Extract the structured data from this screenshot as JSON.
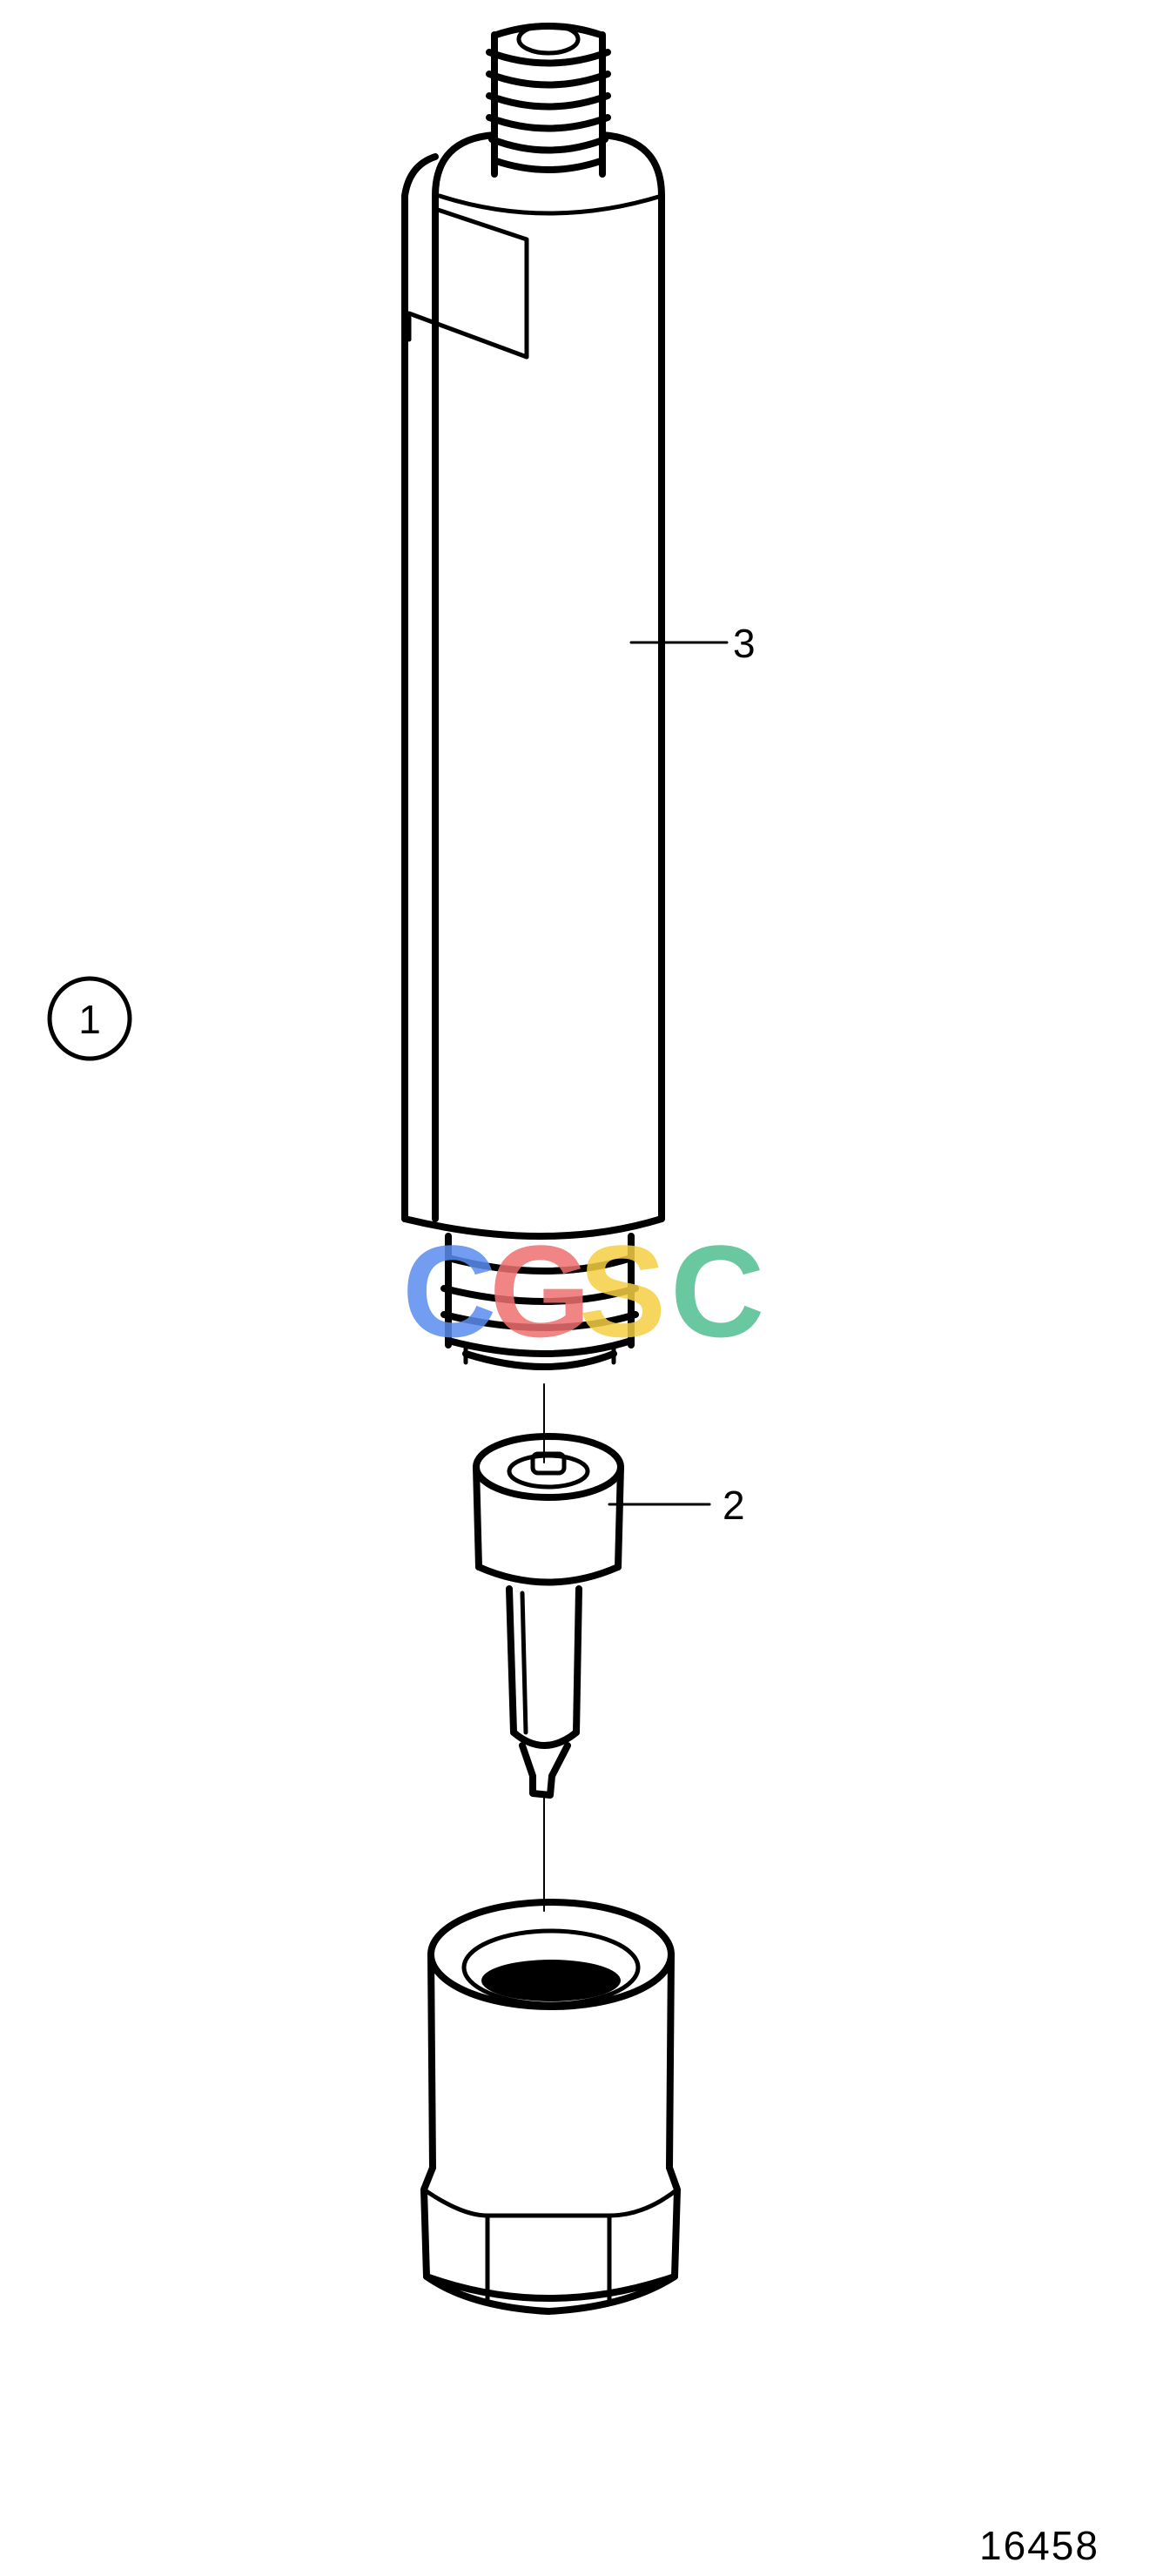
{
  "figure": {
    "group_callout": "1",
    "catalog_number": "16458"
  },
  "callouts": [
    {
      "id": "3",
      "label": "3"
    },
    {
      "id": "2",
      "label": "2"
    }
  ],
  "watermark": {
    "letters": [
      "C",
      "G",
      "S",
      "C"
    ],
    "colors": [
      "#5b8def",
      "#ef6f6f",
      "#f5cf43",
      "#4fbf8f"
    ]
  }
}
